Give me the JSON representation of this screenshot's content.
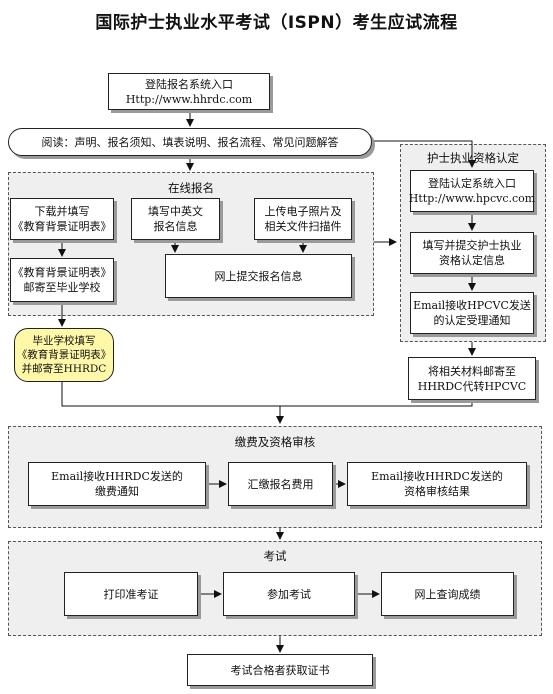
{
  "title": "国际护士执业水平考试（ISPN）考生应试流程",
  "entry": {
    "line1": "登陆报名系统入口",
    "line2": "Http://www.hhrdc.com"
  },
  "reading": "阅读：声明、报名须知、填表说明、报名流程、常见问题解答",
  "online_group": {
    "label": "在线报名",
    "download": {
      "line1": "下载并填写",
      "line2": "《教育背景证明表》"
    },
    "mail_school": {
      "line1": "《教育背景证明表》",
      "line2": "邮寄至毕业学校"
    },
    "fill_info": {
      "line1": "填写中英文",
      "line2": "报名信息"
    },
    "upload": {
      "line1": "上传电子照片及",
      "line2": "相关文件扫描件"
    },
    "submit": "网上提交报名信息"
  },
  "school_oval": {
    "line1": "毕业学校填写",
    "line2": "《教育背景证明表》",
    "line3": "并邮寄至HHRDC"
  },
  "license_group": {
    "label": "护士执业资格认定",
    "entry": {
      "line1": "登陆认定系统入口",
      "line2": "Http://www.hpcvc.com"
    },
    "fill": {
      "line1": "填写并提交护士执业",
      "line2": "资格认定信息"
    },
    "email": {
      "line1": "Email接收HPCVC发送",
      "line2": "的认定受理通知"
    }
  },
  "mail_materials": {
    "line1": "将相关材料邮寄至",
    "line2": "HHRDC代转HPCVC"
  },
  "fee_group": {
    "label": "缴费及资格审核",
    "email_fee": {
      "line1": "Email接收HHRDC发送的",
      "line2": "缴费通知"
    },
    "pay": "汇缴报名费用",
    "email_result": {
      "line1": "Email接收HHRDC发送的",
      "line2": "资格审核结果"
    }
  },
  "exam_group": {
    "label": "考试",
    "print": "打印准考证",
    "attend": "参加考试",
    "query": "网上查询成绩"
  },
  "certificate": "考试合格者获取证书"
}
